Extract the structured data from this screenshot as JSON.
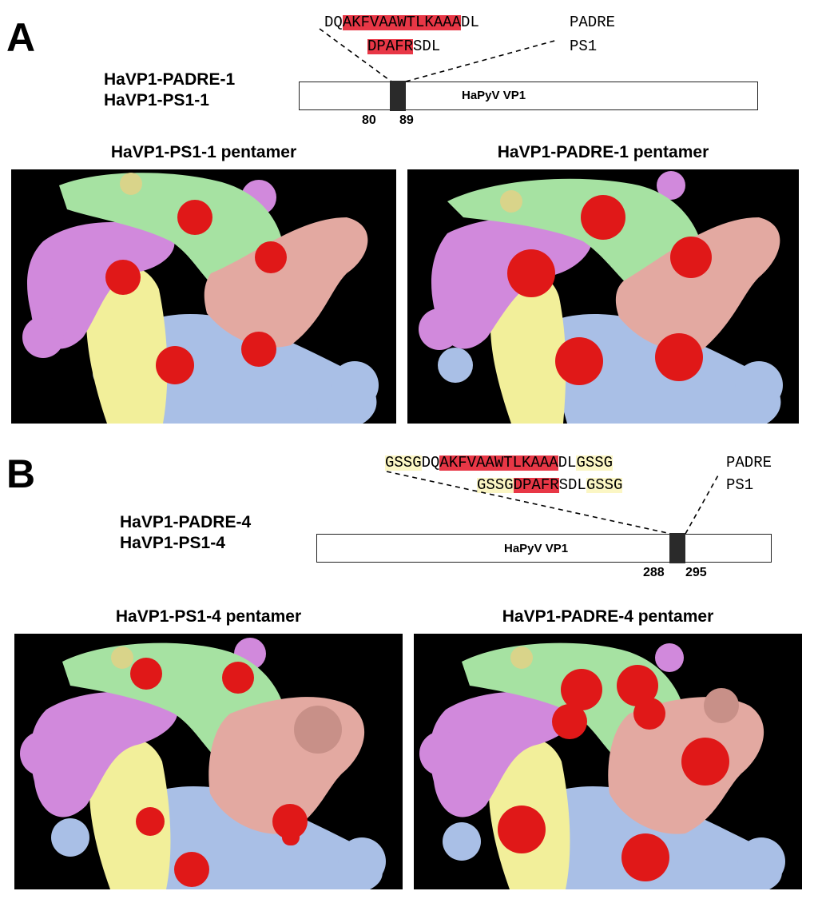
{
  "panels": [
    {
      "letter": "A",
      "seq_top": [
        "DQ",
        "AKFVAAWTLKAAA",
        "DL"
      ],
      "seq_top_label": "PADRE",
      "seq_bottom": [
        "DPAFR",
        "SDL"
      ],
      "seq_bottom_label": "PS1",
      "construct_1": "HaVP1-PADRE-1",
      "construct_2": "HaVP1-PS1-1",
      "bar_label": "HaPyV VP1",
      "pos_start": "80",
      "pos_end": "89",
      "model_left_title": "HaVP1-PS1-1 pentamer",
      "model_right_title": "HaVP1-PADRE-1 pentamer"
    },
    {
      "letter": "B",
      "seq_top": [
        "GSSG",
        "DQ",
        "AKFVAAWTLKAAA",
        "DL",
        "GSSG"
      ],
      "seq_top_label": "PADRE",
      "seq_bottom": [
        "GSSG",
        "DPAFR",
        "SDL",
        "GSSG"
      ],
      "seq_bottom_label": "PS1",
      "construct_1": "HaVP1-PADRE-4",
      "construct_2": "HaVP1-PS1-4",
      "bar_label": "HaPyV VP1",
      "pos_start": "288",
      "pos_end": "295",
      "model_left_title": "HaVP1-PS1-4 pentamer",
      "model_right_title": "HaVP1-PADRE-4 pentamer"
    }
  ],
  "colors": {
    "epitope_red": "#e83746",
    "linker_yellow": "#fbf6c4",
    "subunit_yellow": "#f2ef9a",
    "subunit_green": "#a6e2a2",
    "subunit_pink": "#e3a9a1",
    "subunit_blue": "#a9bfe6",
    "subunit_violet": "#d189dc",
    "epitope_surface_red": "#e01818",
    "model_background": "#000000"
  }
}
